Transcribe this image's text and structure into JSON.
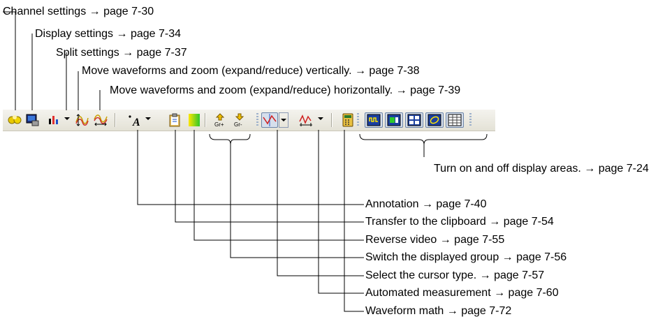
{
  "top_labels": [
    "Channel settings → page 7-30",
    "Display settings → page 7-34",
    "Split settings → page 7-37",
    "Move waveforms and zoom (expand/reduce) vertically. → page 7-38",
    "Move waveforms and zoom (expand/reduce) horizontally. → page 7-39"
  ],
  "display_areas_label": "Turn on and off display areas. → page 7-24",
  "bottom_labels": [
    "Annotation → page 7-40",
    "Transfer to the clipboard → page 7-54",
    "Reverse video → page 7-55",
    "Switch the displayed group → page 7-56",
    "Select the cursor type. → page 7-57",
    "Automated measurement → page 7-60",
    "Waveform math → page 7-72"
  ],
  "toolbar": {
    "icons": [
      "channel-settings-icon",
      "display-settings-icon",
      "split-settings-icon",
      "vertical-zoom-icon",
      "horizontal-zoom-icon",
      "annotation-icon",
      "clipboard-icon",
      "reverse-video-icon",
      "group-next-icon",
      "group-prev-icon",
      "cursor-type-icon",
      "automated-measurement-icon",
      "waveform-math-icon",
      "display-area-1-icon",
      "display-area-2-icon",
      "display-area-3-icon",
      "display-area-4-icon",
      "display-area-5-icon"
    ],
    "group_next_text": "Gr+",
    "group_prev_text": "Gr-"
  },
  "colors": {
    "line": "#000000",
    "area_button_bg": "#1a3fa0",
    "area_button_border": "#000000"
  }
}
